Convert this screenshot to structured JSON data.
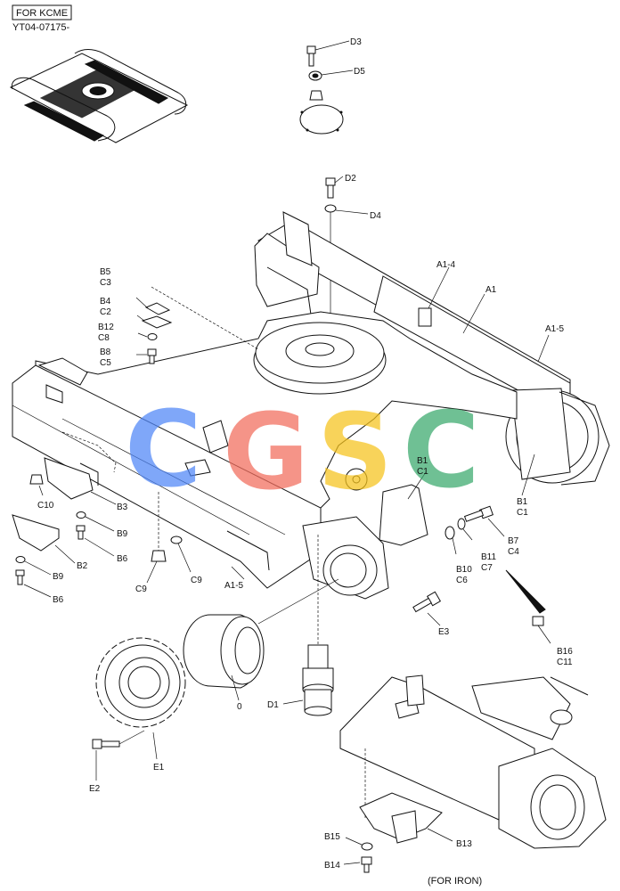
{
  "header": {
    "badge": "FOR KCME",
    "serial": "YT04-07175-"
  },
  "footer_note": "(FOR IRON)",
  "watermark": {
    "letters": [
      "C",
      "G",
      "S",
      "C"
    ],
    "colors": [
      "#4f86f7",
      "#f26b5b",
      "#f6c31b",
      "#39a86b"
    ]
  },
  "labels": {
    "D3": "D3",
    "D5": "D5",
    "D2": "D2",
    "D4": "D4",
    "A1_4": "A1-4",
    "A1": "A1",
    "A1_5_right": "A1-5",
    "B5": "B5",
    "C3": "C3",
    "B4": "B4",
    "C2": "C2",
    "B12": "B12",
    "C8": "C8",
    "B8": "B8",
    "C5": "C5",
    "B3": "B3",
    "B9a": "B9",
    "B6a": "B6",
    "C10": "C10",
    "B2": "B2",
    "B9b": "B9",
    "B6b": "B6",
    "C9a": "C9",
    "C9b": "C9",
    "A1_5_left": "A1-5",
    "B1_mid": "B1",
    "C1_mid": "C1",
    "B1_right": "B1",
    "C1_right": "C1",
    "B7": "B7",
    "C4": "C4",
    "B11": "B11",
    "C7": "C7",
    "B10": "B10",
    "C6": "C6",
    "E3": "E3",
    "B16": "B16",
    "C11": "C11",
    "D1": "D1",
    "zero": "0",
    "E1": "E1",
    "E2": "E2",
    "B15": "B15",
    "B13": "B13",
    "B14": "B14"
  }
}
